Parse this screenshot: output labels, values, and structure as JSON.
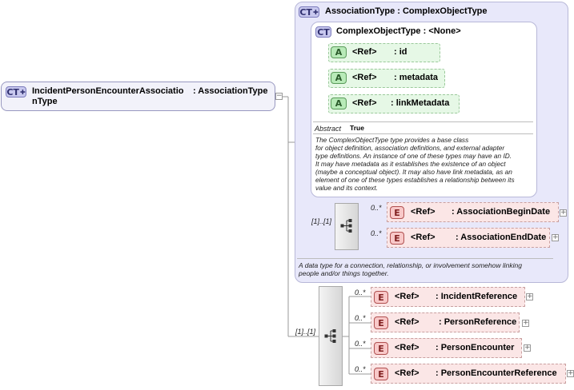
{
  "root": {
    "badge": "CT",
    "name_line1": "IncidentPersonEncounterAssociatio",
    "name_line2": "nType",
    "type": ": AssociationType"
  },
  "association_type": {
    "badge": "CT",
    "title": "AssociationType : ComplexObjectType",
    "documentation": "A data type for a connection, relationship, or involvement somehow linking\npeople and/or things together.",
    "complex_object_type": {
      "badge": "CT",
      "title": "ComplexObjectType : <None>",
      "attributes": [
        {
          "badge": "A",
          "ref": "<Ref>",
          "name": ": id"
        },
        {
          "badge": "A",
          "ref": "<Ref>",
          "name": ": metadata"
        },
        {
          "badge": "A",
          "ref": "<Ref>",
          "name": ": linkMetadata"
        }
      ],
      "abstract_label": "Abstract",
      "abstract_value": "True",
      "documentation": "The ComplexObjectType type provides a base class\nfor object definition, association definitions, and external adapter\ntype definitions. An instance of one of these types may have an ID.\nIt may have metadata as it establishes the existence of an object\n(maybe a conceptual object). It may also have link metadata, as an\nelement of one of these types establishes a relationship between its\nvalue and its context."
    },
    "sequence": {
      "cardinality": "[1]..[1]",
      "elements": [
        {
          "badge": "E",
          "cardinality": "0..*",
          "ref": "<Ref>",
          "name": ": AssociationBeginDate"
        },
        {
          "badge": "E",
          "cardinality": "0..*",
          "ref": "<Ref>",
          "name": ": AssociationEndDate"
        }
      ]
    }
  },
  "root_sequence": {
    "cardinality": "[1]..[1]",
    "elements": [
      {
        "badge": "E",
        "cardinality": "0..*",
        "ref": "<Ref>",
        "name": ": IncidentReference"
      },
      {
        "badge": "E",
        "cardinality": "0..*",
        "ref": "<Ref>",
        "name": ": PersonReference"
      },
      {
        "badge": "E",
        "cardinality": "0..*",
        "ref": "<Ref>",
        "name": ": PersonEncounter"
      },
      {
        "badge": "E",
        "cardinality": "0..*",
        "ref": "<Ref>",
        "name": ": PersonEncounterReference"
      }
    ]
  },
  "expand_symbol": "+",
  "collapse_symbol": "−"
}
